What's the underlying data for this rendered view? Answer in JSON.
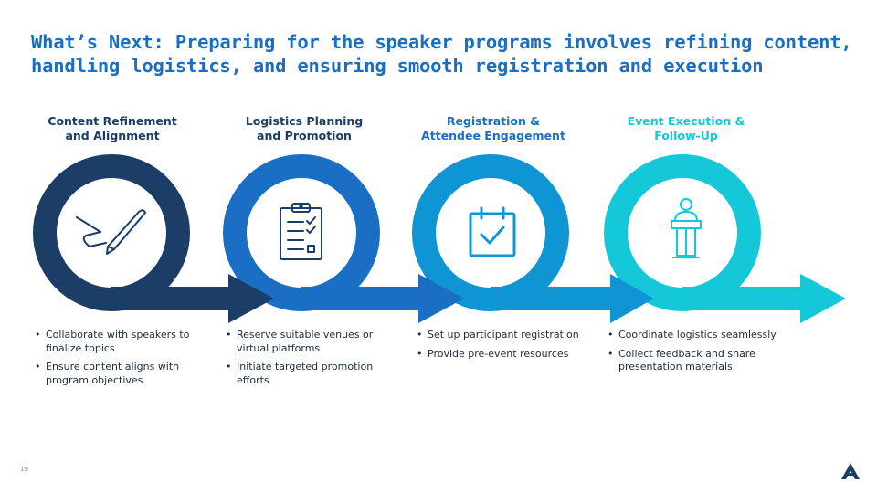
{
  "title": "What’s Next: Preparing for the speaker programs involves refining content, handling logistics, and ensuring smooth registration and execution",
  "colors": {
    "title": "#1a6fc4",
    "stage1": "#1b3d66",
    "stage2": "#1a6fc4",
    "stage3": "#0f95d4",
    "stage4": "#14c8d9",
    "text": "#1c2b3a"
  },
  "stages": [
    {
      "title": "Content Refinement\nand Alignment",
      "icon": "pen-signature-icon",
      "bullets": [
        "Collaborate with speakers to finalize topics",
        "Ensure content aligns with program objectives"
      ]
    },
    {
      "title": "Logistics Planning\nand Promotion",
      "icon": "clipboard-checklist-icon",
      "bullets": [
        "Reserve suitable venues or virtual platforms",
        "Initiate targeted promotion efforts"
      ]
    },
    {
      "title": "Registration &\nAttendee Engagement",
      "icon": "calendar-check-icon",
      "bullets": [
        "Set up participant registration",
        "Provide pre-event resources"
      ]
    },
    {
      "title": "Event Execution &\nFollow-Up",
      "icon": "podium-speaker-icon",
      "bullets": [
        "Coordinate logistics seamlessly",
        "Collect feedback and share presentation materials"
      ]
    }
  ],
  "page_number": "19",
  "logo": "company-logo-icon"
}
